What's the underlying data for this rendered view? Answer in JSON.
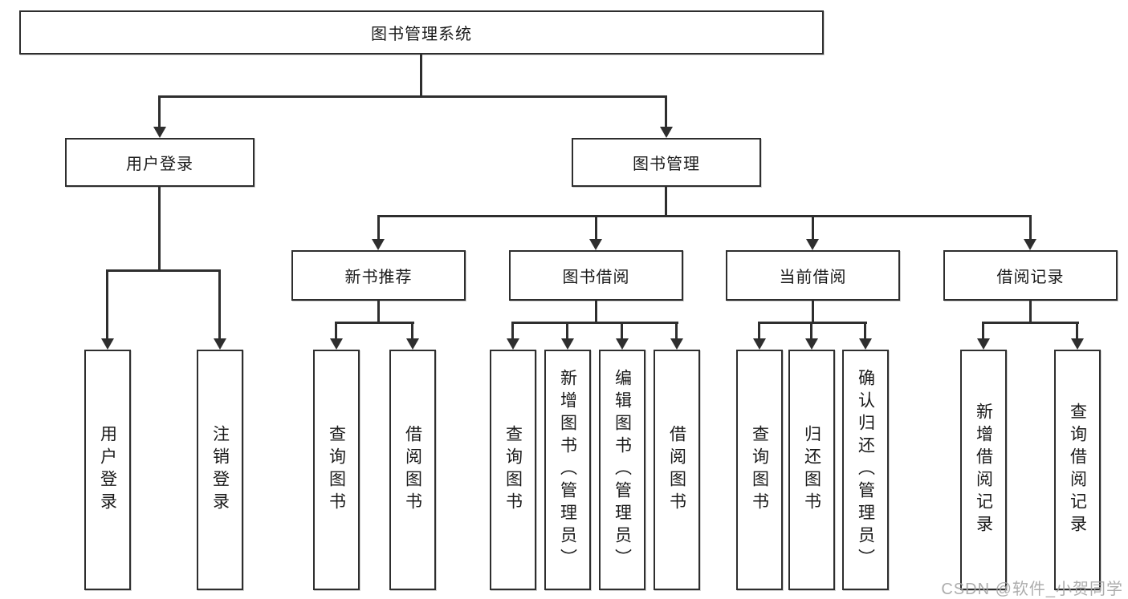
{
  "diagram": {
    "root": {
      "label": "图书管理系统"
    },
    "user_login": {
      "label": "用户登录",
      "children": {
        "login": {
          "label": "用户登录"
        },
        "logout": {
          "label": "注销登录"
        }
      }
    },
    "book_mgmt": {
      "label": "图书管理",
      "children": {
        "new_book_rec": {
          "label": "新书推荐",
          "children": {
            "query_books": {
              "label": "查询图书"
            },
            "borrow_books": {
              "label": "借阅图书"
            }
          }
        },
        "book_borrow": {
          "label": "图书借阅",
          "children": {
            "query_books": {
              "label": "查询图书"
            },
            "add_books": {
              "label": "新增图书（管理员）"
            },
            "edit_books": {
              "label": "编辑图书（管理员）"
            },
            "borrow_books": {
              "label": "借阅图书"
            }
          }
        },
        "current_borrow": {
          "label": "当前借阅",
          "children": {
            "query_books": {
              "label": "查询图书"
            },
            "return_books": {
              "label": "归还图书"
            },
            "confirm_return": {
              "label": "确认归还（管理员）"
            }
          }
        },
        "borrow_record": {
          "label": "借阅记录",
          "children": {
            "add_record": {
              "label": "新增借阅记录"
            },
            "query_record": {
              "label": "查询借阅记录"
            }
          }
        }
      }
    }
  },
  "watermark": {
    "label": "CSDN @软件_小贺同学"
  },
  "colors": {
    "line": "#2e2e2e",
    "text": "#1a1a1a",
    "watermark": "#a4a4a4",
    "background": "#ffffff"
  }
}
